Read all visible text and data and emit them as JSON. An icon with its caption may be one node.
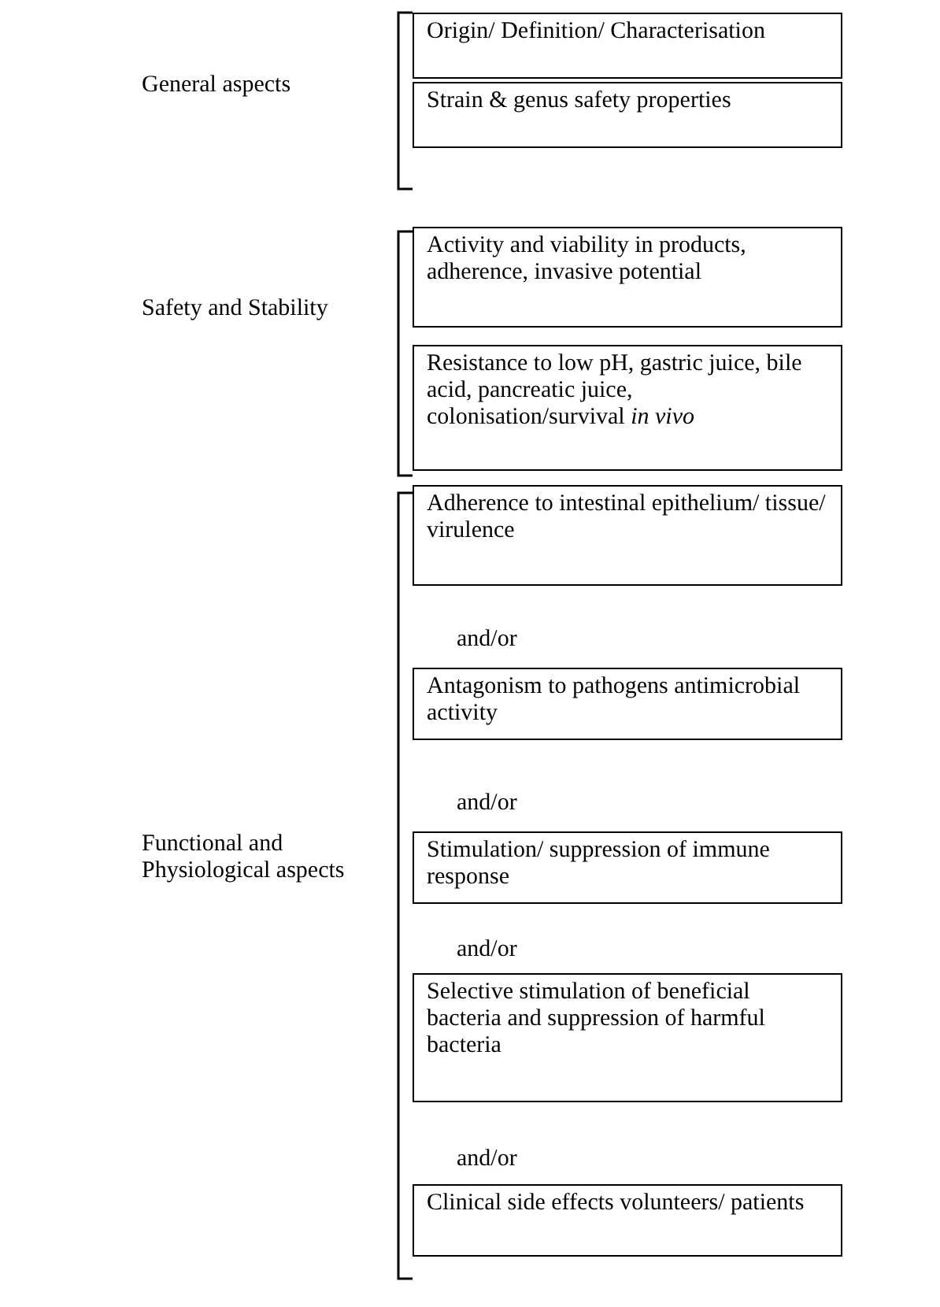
{
  "diagram": {
    "nodes": [
      {
        "text": [
          "Origin/ Definition/ Characterisation"
        ]
      },
      {
        "text": [
          "Strain & genus safety properties"
        ]
      },
      {
        "text": [
          "Activity and viability in products, adherence, invasive potential"
        ]
      },
      {
        "text": [
          "Resistance to low pH, gastric juice, bile acid, pancreatic juice, colonisation/survival *in vivo*"
        ]
      },
      {
        "text": [
          "Adherence to intestinal epithelium/ tissue/ virulence"
        ]
      },
      {
        "text": [
          "Antagonism to pathogens antimicrobial activity"
        ]
      },
      {
        "text": [
          "Stimulation/ suppression of immune response"
        ]
      },
      {
        "text": [
          "Selective stimulation of beneficial bacteria and suppression of harmful bacteria"
        ]
      },
      {
        "text": [
          "Clinical side effects volunteers/ patients"
        ]
      }
    ],
    "edges": [],
    "labels": [
      "General aspects",
      "Safety and Stability",
      "and/or",
      "and/or",
      "Functional and Physiological aspects",
      "and/or",
      "and/or"
    ]
  }
}
